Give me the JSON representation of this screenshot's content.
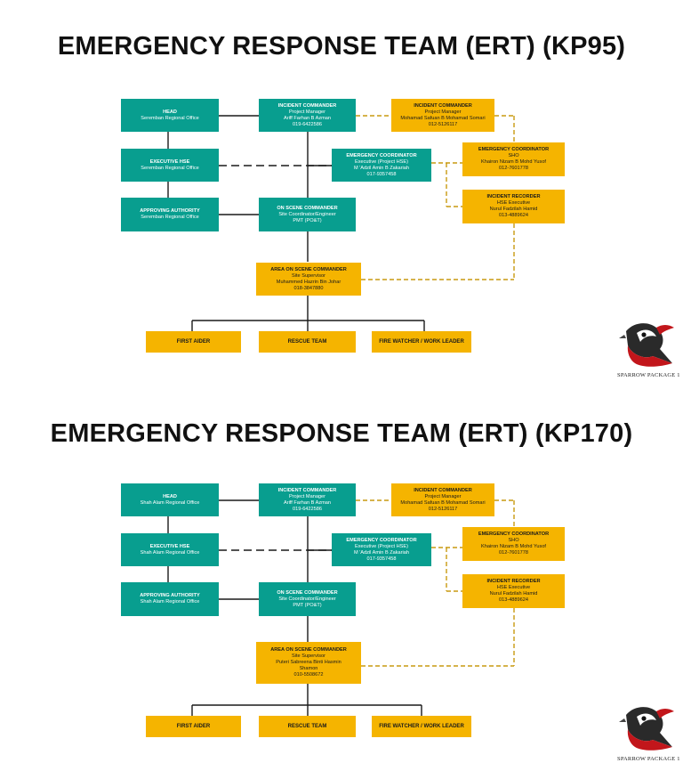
{
  "brand": {
    "logo_text": "SPARROW PACKAGE 1",
    "logo_icon": "sparrow-logo-icon"
  },
  "colors": {
    "teal": "#089e8f",
    "gold": "#f5b400",
    "line": "#1a1a1a",
    "dash": "#c99a10"
  },
  "charts": [
    {
      "title": "EMERGENCY RESPONSE TEAM (ERT) (KP95)",
      "head": {
        "title": "HEAD",
        "lines": [
          "Seremban Regional Office"
        ]
      },
      "executive_hse": {
        "title": "EXECUTIVE HSE",
        "lines": [
          "Seremban Regional Office"
        ]
      },
      "approving_authority": {
        "title": "APPROVING AUTHORITY",
        "lines": [
          "Seremban Regional Office"
        ]
      },
      "incident_commander": {
        "title": "INCIDENT COMMANDER",
        "lines": [
          "Project Manager",
          "Ariff Farhan B Azman",
          "019-6422586"
        ]
      },
      "emergency_coordinator": {
        "title": "EMERGENCY COORDINATOR",
        "lines": [
          "Executive (Project HSE)",
          "M 'Adzil Amin B Zakariah",
          "017-9357458"
        ]
      },
      "on_scene_commander": {
        "title": "ON SCENE COMMANDER",
        "lines": [
          "Site Coordinator/Engineer",
          "PMT (PO&T)"
        ]
      },
      "area_on_scene_commander": {
        "title": "AREA ON SCENE COMMANDER",
        "lines": [
          "Site Supervisor",
          "Muhammed Hazrin Bin Johar",
          "018-3847880"
        ]
      },
      "incident_commander_2": {
        "title": "INCIDENT COMMANDER",
        "lines": [
          "Project Manager",
          "Mohamad Safuan B Mohamad Somari",
          "012-5126117"
        ]
      },
      "emergency_coordinator_2": {
        "title": "EMERGENCY COORDINATOR",
        "lines": [
          "SHO",
          "Khairon Nizam B Mohd Yusof",
          "012-7601778"
        ]
      },
      "incident_recorder": {
        "title": "INCIDENT RECORDER",
        "lines": [
          "HSE Executive",
          "Nurul Fadzilah Hamid",
          "013-4889624"
        ]
      },
      "first_aider": {
        "title": "FIRST AIDER",
        "lines": []
      },
      "rescue_team": {
        "title": "RESCUE TEAM",
        "lines": []
      },
      "fire_watcher": {
        "title": "FIRE WATCHER / WORK LEADER",
        "lines": []
      }
    },
    {
      "title": "EMERGENCY RESPONSE TEAM (ERT) (KP170)",
      "head": {
        "title": "HEAD",
        "lines": [
          "Shah Alam Regional Office"
        ]
      },
      "executive_hse": {
        "title": "EXECUTIVE HSE",
        "lines": [
          "Shah Alam Regional Office"
        ]
      },
      "approving_authority": {
        "title": "APPROVING AUTHORITY",
        "lines": [
          "Shah Alam Regional Office"
        ]
      },
      "incident_commander": {
        "title": "INCIDENT COMMANDER",
        "lines": [
          "Project Manager",
          "Ariff Farhan B Azman",
          "019-6422586"
        ]
      },
      "emergency_coordinator": {
        "title": "EMERGENCY COORDINATOR",
        "lines": [
          "Executive (Project HSE)",
          "M 'Adzil Amin B Zakariah",
          "017-9357458"
        ]
      },
      "on_scene_commander": {
        "title": "ON SCENE COMMANDER",
        "lines": [
          "Site Coordinator/Engineer",
          "PMT (PO&T)"
        ]
      },
      "area_on_scene_commander": {
        "title": "AREA ON SCENE COMMANDER",
        "lines": [
          "Site Supervisor",
          "Puteri Sabreena Binti Hasmin",
          "Shamon",
          "010-5508672"
        ]
      },
      "incident_commander_2": {
        "title": "INCIDENT COMMANDER",
        "lines": [
          "Project Manager",
          "Mohamad Safuan B Mohamad Somari",
          "012-5126117"
        ]
      },
      "emergency_coordinator_2": {
        "title": "EMERGENCY COORDINATOR",
        "lines": [
          "SHO",
          "Khairon Nizam B Mohd Yusof",
          "012-7601778"
        ]
      },
      "incident_recorder": {
        "title": "INCIDENT RECORDER",
        "lines": [
          "HSE Executive",
          "Nurul Fadzilah Hamid",
          "013-4889624"
        ]
      },
      "first_aider": {
        "title": "FIRST AIDER",
        "lines": []
      },
      "rescue_team": {
        "title": "RESCUE TEAM",
        "lines": []
      },
      "fire_watcher": {
        "title": "FIRE WATCHER / WORK LEADER",
        "lines": []
      }
    }
  ]
}
